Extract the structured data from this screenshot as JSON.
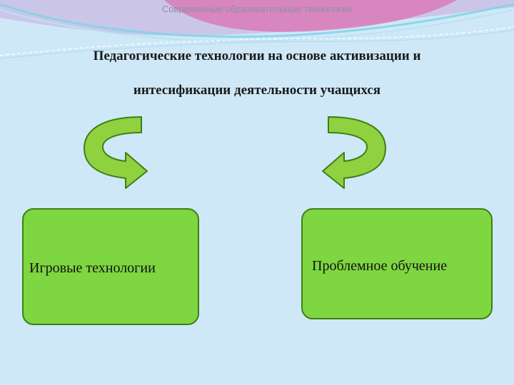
{
  "header": {
    "subtitle": "Современные образовательные технологии"
  },
  "title": {
    "line1": "Педагогические технологии на основе активизации и",
    "line2": "интесификации деятельности учащихся"
  },
  "boxes": [
    {
      "label": "Игровые технологии"
    },
    {
      "label": "Проблемное обучение"
    }
  ],
  "colors": {
    "background": "#cfe8f7",
    "box_fill": "#7ed640",
    "box_border": "#3f7f16",
    "arrow_fill": "#8fd13e",
    "arrow_stroke": "#3f7f16",
    "banner_pink": "#d97ab7",
    "banner_cyan": "#7fd3e8"
  }
}
